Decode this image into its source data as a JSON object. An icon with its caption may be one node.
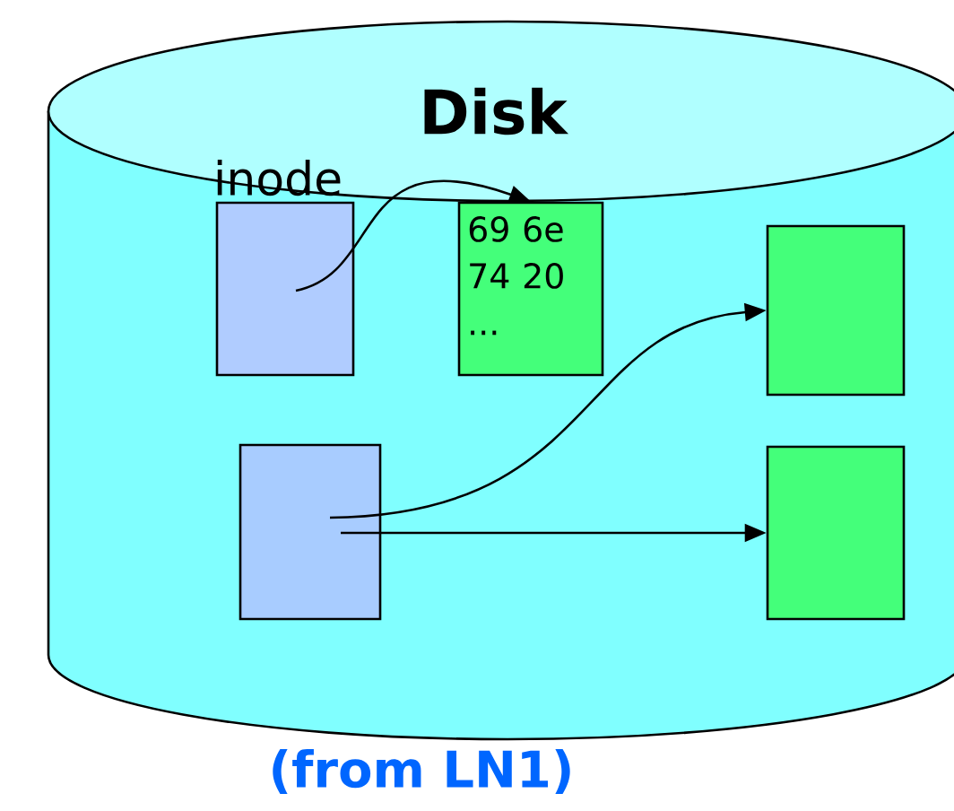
{
  "diagram": {
    "nodes": [
      {
        "text": [
          "Disk"
        ]
      },
      {
        "text": [
          "inode"
        ],
        "in": 0
      },
      {
        "text": [
          "69 6e 74 20 ..."
        ],
        "in": 0
      },
      {
        "text": [],
        "shape": "box",
        "in": 0
      },
      {
        "text": [],
        "shape": "box",
        "in": 0
      },
      {
        "text": [],
        "shape": "box",
        "in": 0
      }
    ],
    "edges": [
      {
        "from": 1,
        "to": 2,
        "arrow": "to"
      },
      {
        "from": 4,
        "to": 3,
        "arrow": "to"
      },
      {
        "from": 4,
        "to": 5,
        "arrow": "to"
      }
    ],
    "labels": [
      "(from LN1)"
    ]
  }
}
